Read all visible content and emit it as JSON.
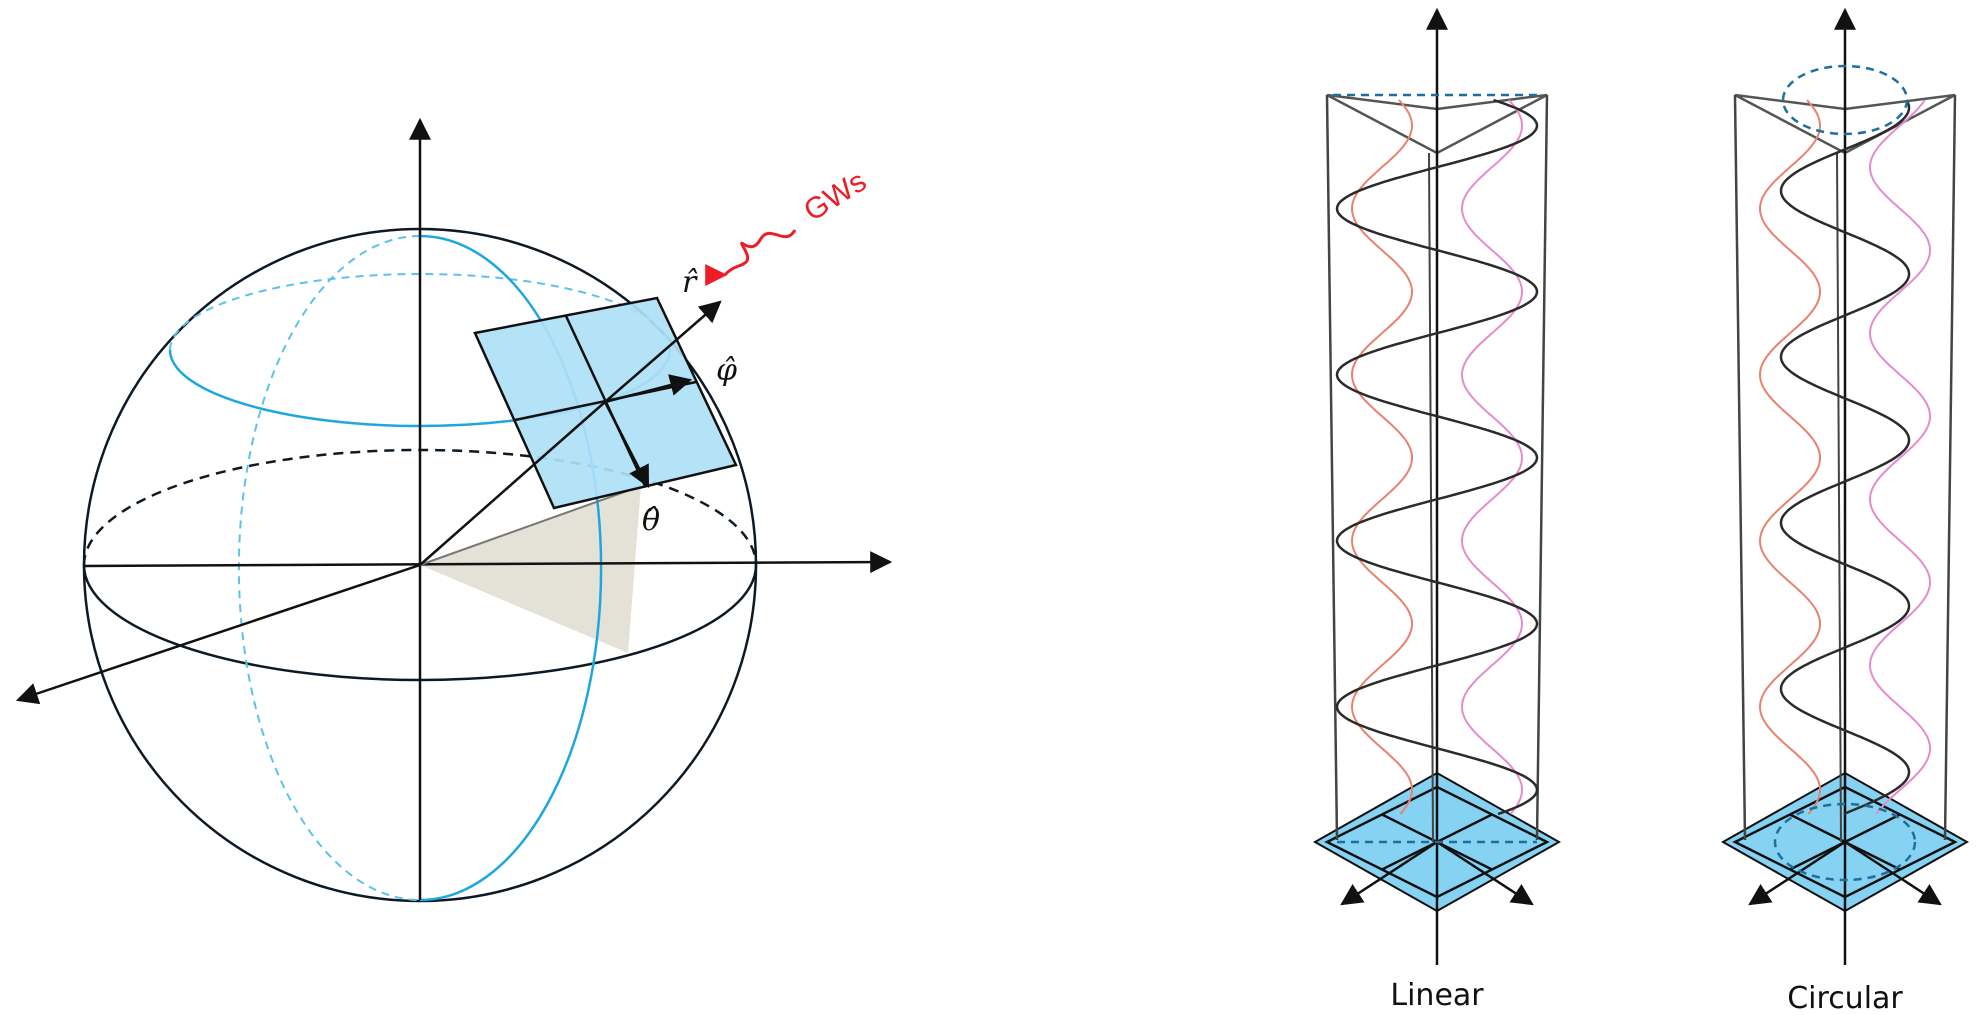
{
  "sphere_panel": {
    "labels": {
      "r_hat": "r̂",
      "phi_hat": "φ̂",
      "theta_hat": "θ̂",
      "gw": "GWs"
    },
    "colors": {
      "meridian": "#1ea7df",
      "dashed_meridian": "#5bc3ea",
      "plane_fill": "#aee0f6",
      "wedge_fill": "#d9d6c4",
      "gw_arrow": "#ee1c25",
      "outline": "#0d1a26"
    }
  },
  "polarization_panels": [
    {
      "caption": "Linear"
    },
    {
      "caption": "Circular"
    }
  ],
  "polarization_colors": {
    "helix": "#2b2b2b",
    "projection_plus": "#e8826d",
    "projection_cross": "#e58ccb",
    "base_fill": "#86d2f3",
    "dashed_ellipse": "#1f6f9e"
  }
}
